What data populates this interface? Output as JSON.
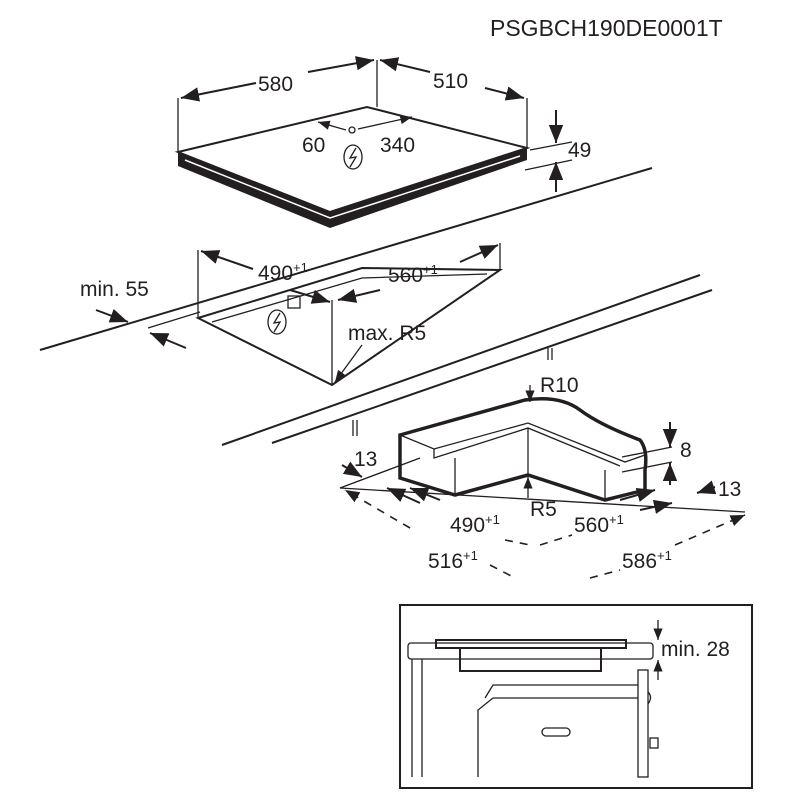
{
  "document_code": "PSGBCH190DE0001T",
  "hob": {
    "width": "580",
    "depth": "510",
    "height": "49",
    "connection_left": "60",
    "connection_right": "340",
    "power_symbol": "lightning-icon"
  },
  "cutout": {
    "width": "490",
    "width_tol": "+1",
    "depth": "560",
    "depth_tol": "+1",
    "min_front": "min. 55",
    "corner_radius": "max. R5"
  },
  "flush_frame": {
    "outer_radius": "R10",
    "inner_radius": "R5",
    "ledge_height": "8",
    "ledge_left": "13",
    "ledge_right": "13",
    "inner_width": "490",
    "inner_width_tol": "+1",
    "inner_depth": "560",
    "inner_depth_tol": "+1",
    "outer_width": "516",
    "outer_width_tol": "+1",
    "outer_depth": "586",
    "outer_depth_tol": "+1"
  },
  "section": {
    "min_thickness": "min. 28"
  }
}
